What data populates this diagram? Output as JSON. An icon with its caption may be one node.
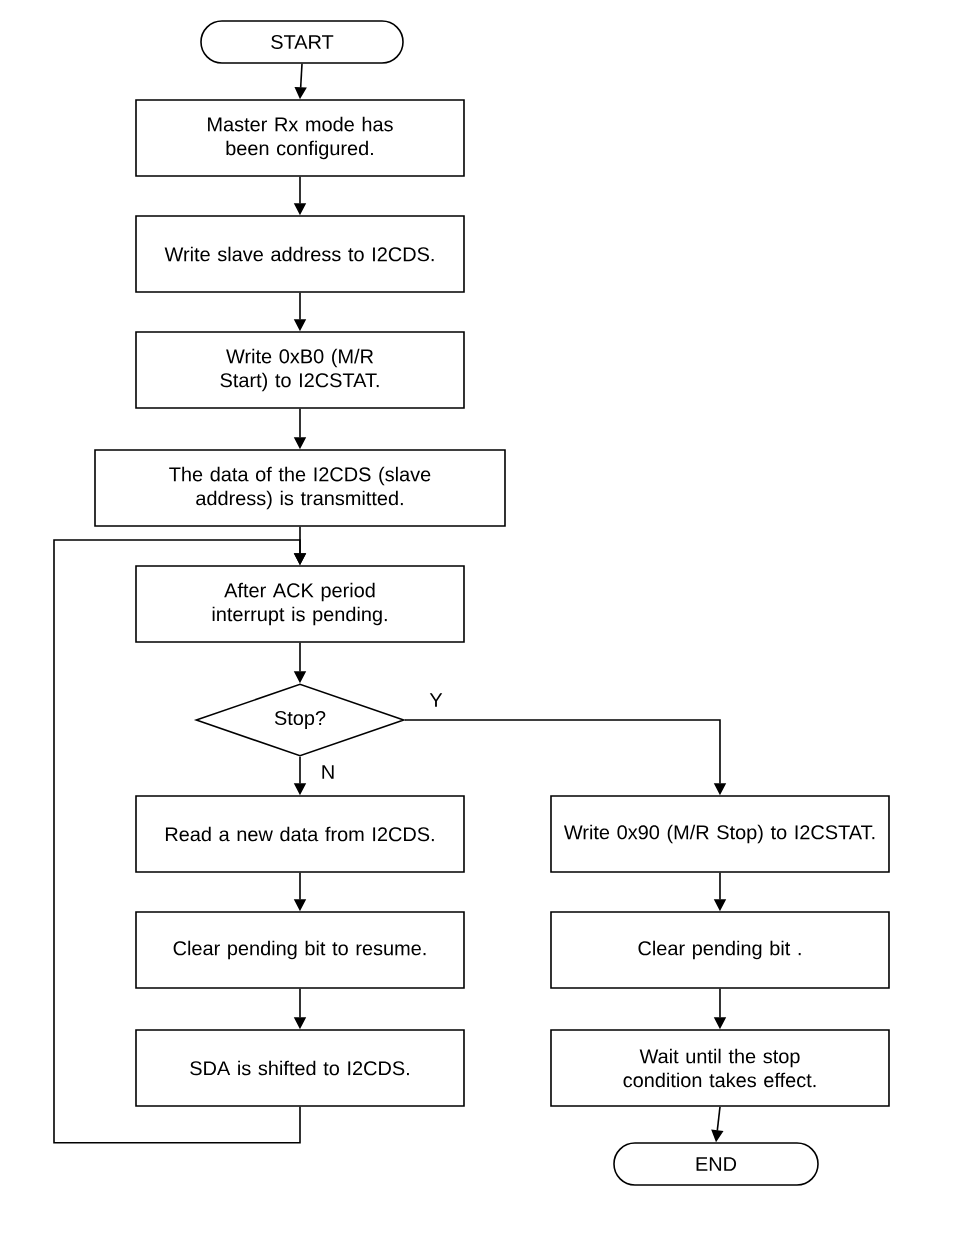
{
  "diagram": {
    "nodes": [
      {
        "text": [
          "START"
        ]
      },
      {
        "text": [
          "Master Rx mode has been configured."
        ]
      },
      {
        "text": [
          "Write slave address to I2CDS."
        ]
      },
      {
        "text": [
          "Write 0xB0 (M/R Start) to I2CSTAT."
        ]
      },
      {
        "text": [
          "The data of the I2CDS (slave address) is transmitted."
        ]
      },
      {
        "text": [
          "After ACK period interrupt is pending."
        ]
      },
      {
        "text": [
          "Stop?"
        ]
      },
      {
        "text": [
          "Read a new data from I2CDS."
        ]
      },
      {
        "text": [
          "Clear pending bit to resume."
        ]
      },
      {
        "text": [
          "SDA is shifted to I2CDS."
        ]
      },
      {
        "text": [
          "Write 0x90 (M/R Stop) to I2CSTAT."
        ]
      },
      {
        "text": [
          "Clear pending bit ."
        ]
      },
      {
        "text": [
          "Wait until the stop condition takes effect."
        ]
      },
      {
        "text": [
          "END"
        ]
      }
    ],
    "edges": [
      {
        "from": 0,
        "to": 1,
        "arrow": "to"
      },
      {
        "from": 1,
        "to": 2,
        "arrow": "to"
      },
      {
        "from": 2,
        "to": 3,
        "arrow": "to"
      },
      {
        "from": 3,
        "to": 4,
        "arrow": "to"
      },
      {
        "from": 4,
        "to": 5,
        "arrow": "to"
      },
      {
        "from": 5,
        "to": 6,
        "arrow": "to"
      },
      {
        "from": 6,
        "to": 10,
        "arrow": "to",
        "label": "Y"
      },
      {
        "from": 6,
        "to": 7,
        "arrow": "to",
        "label": "N"
      },
      {
        "from": 7,
        "to": 8,
        "arrow": "to"
      },
      {
        "from": 8,
        "to": 9,
        "arrow": "to"
      },
      {
        "from": 9,
        "to": 5,
        "arrow": "to"
      },
      {
        "from": 10,
        "to": 11,
        "arrow": "to"
      },
      {
        "from": 11,
        "to": 12,
        "arrow": "to"
      },
      {
        "from": 12,
        "to": 13,
        "arrow": "to"
      }
    ]
  }
}
